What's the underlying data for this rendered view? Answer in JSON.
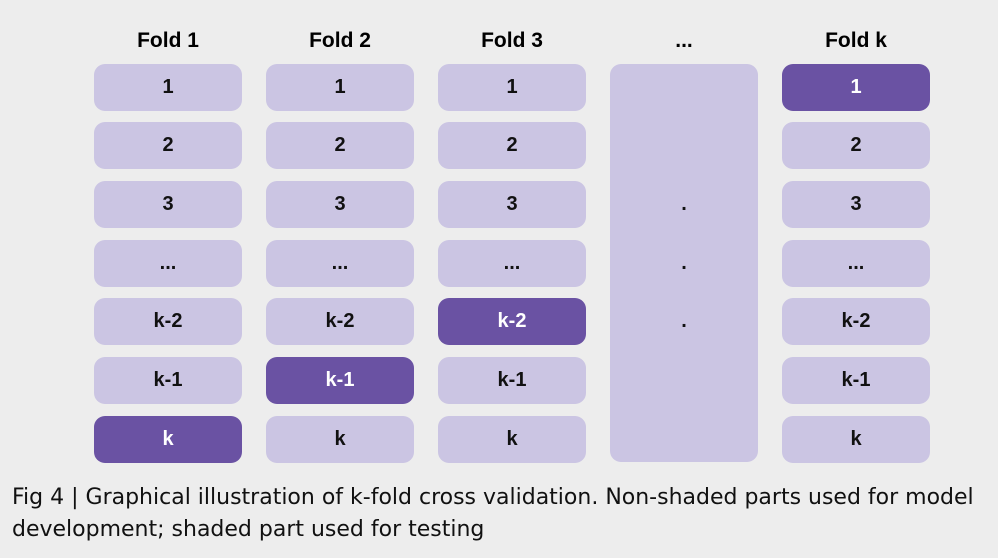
{
  "colors": {
    "background": "#ededed",
    "train_fill": "#cbc5e3",
    "test_fill": "#6a52a3",
    "train_text": "#111111",
    "test_text": "#ffffff"
  },
  "columns": [
    {
      "header": "Fold 1",
      "test_row": 6,
      "cells": [
        "1",
        "2",
        "3",
        "...",
        "k-2",
        "k-1",
        "k"
      ]
    },
    {
      "header": "Fold 2",
      "test_row": 5,
      "cells": [
        "1",
        "2",
        "3",
        "...",
        "k-2",
        "k-1",
        "k"
      ]
    },
    {
      "header": "Fold 3",
      "test_row": 4,
      "cells": [
        "1",
        "2",
        "3",
        "...",
        "k-2",
        "k-1",
        "k"
      ]
    },
    {
      "header": "...",
      "ellipsis": true,
      "dots": [
        ".",
        ".",
        "."
      ]
    },
    {
      "header": "Fold k",
      "test_row": 0,
      "cells": [
        "1",
        "2",
        "3",
        "...",
        "k-2",
        "k-1",
        "k"
      ]
    }
  ],
  "caption": "Fig 4 | Graphical illustration of k-fold cross validation. Non-shaded parts used for model development; shaded part used for testing"
}
